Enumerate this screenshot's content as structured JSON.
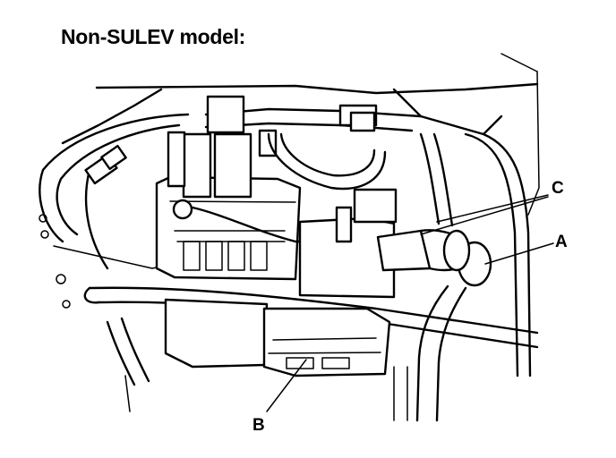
{
  "title": "Non-SULEV model:",
  "callouts": {
    "a": "A",
    "b": "B",
    "c": "C"
  }
}
